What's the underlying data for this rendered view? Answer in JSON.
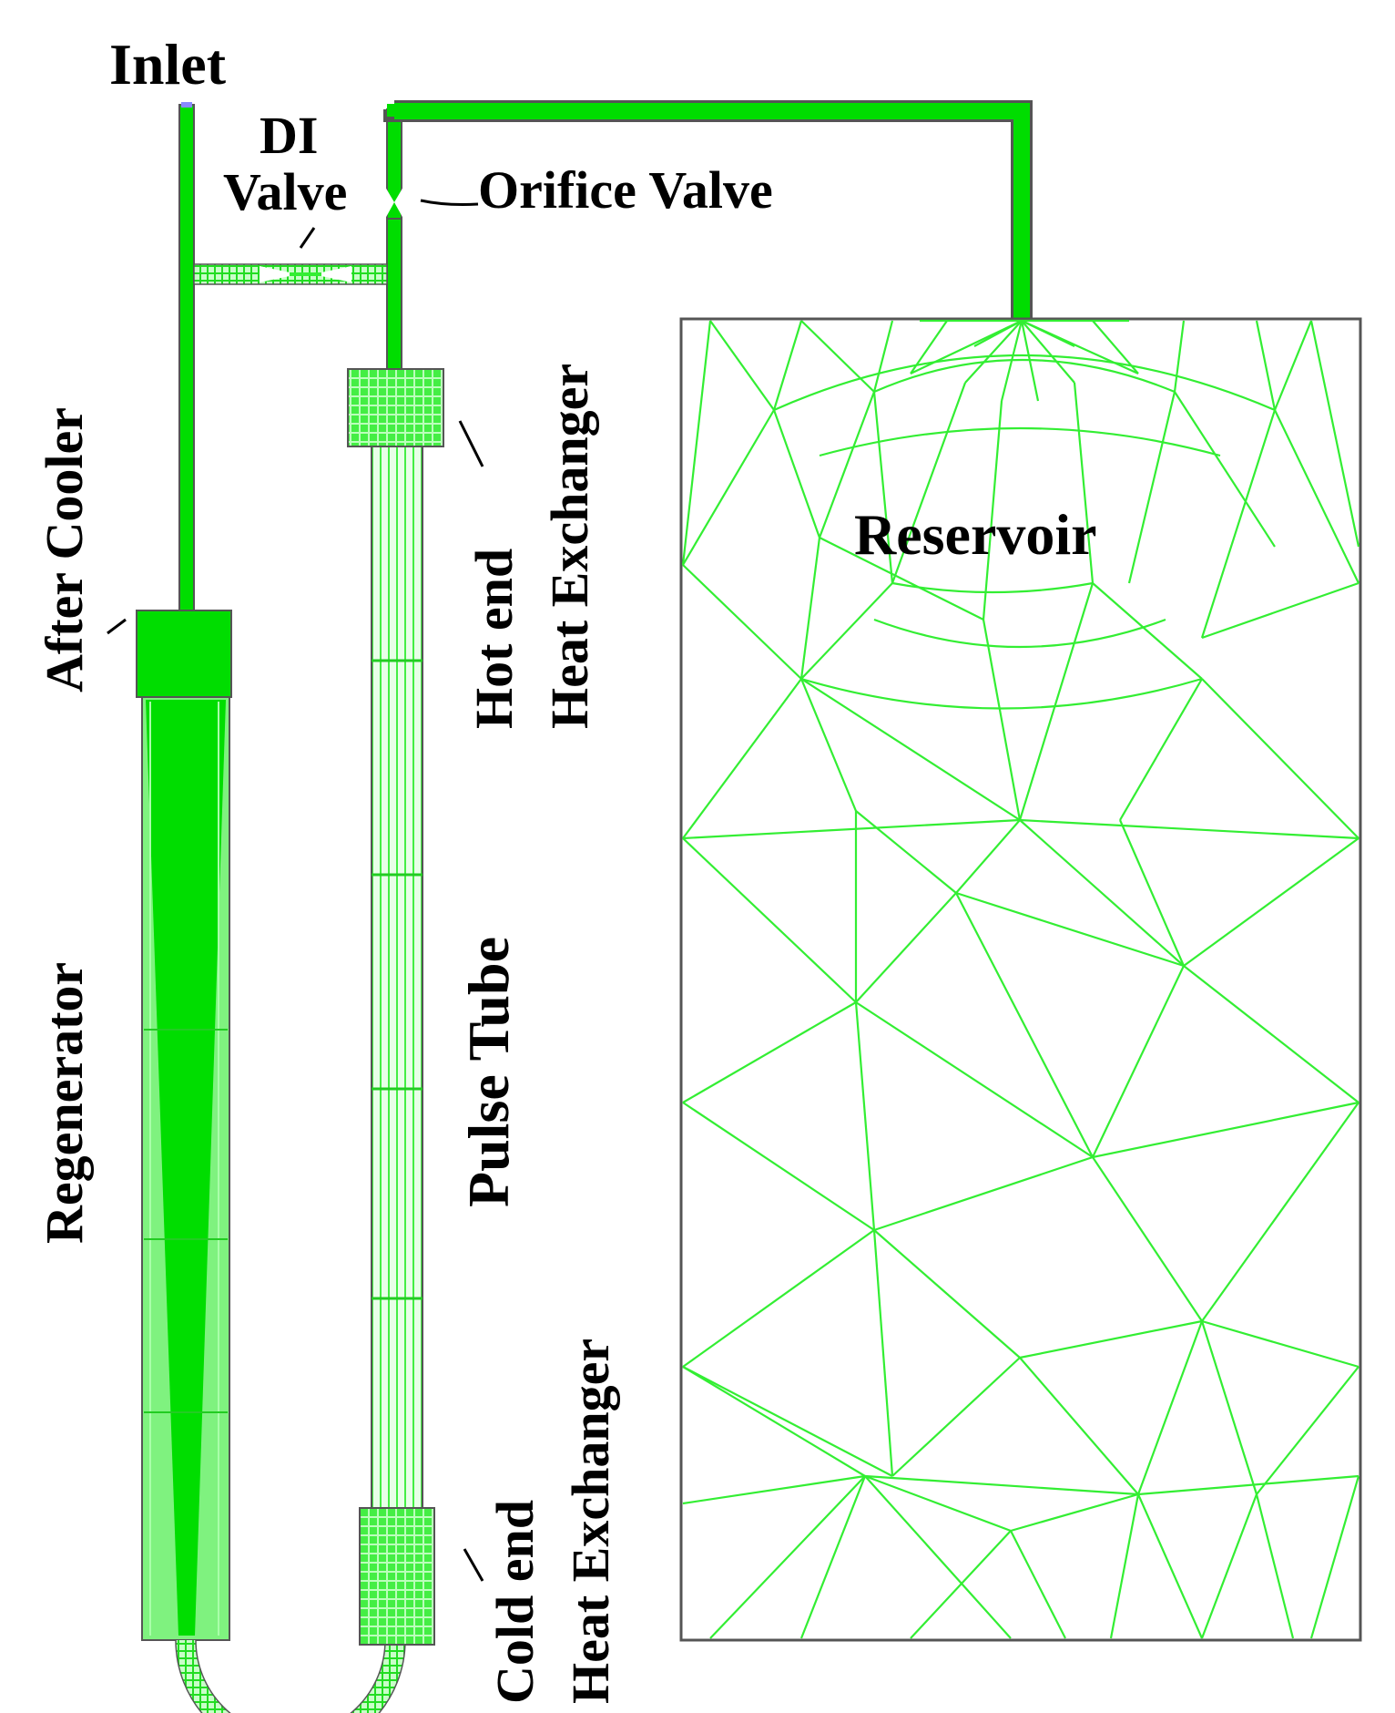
{
  "labels": {
    "inlet": "Inlet",
    "di_valve_line1": "DI",
    "di_valve_line2": "Valve",
    "orifice_valve": "Orifice Valve",
    "after_cooler": "After Cooler",
    "hot_end_line1": "Hot end",
    "hot_end_line2": "Heat Exchanger",
    "regenerator": "Regenerator",
    "pulse_tube": "Pulse Tube",
    "cold_end_line1": "Cold end",
    "cold_end_line2": "Heat Exchanger",
    "reservoir": "Reservoir"
  },
  "colors": {
    "mesh_green": "#33ee33",
    "solid_green": "#00dd00",
    "outline": "#555555",
    "inlet_cap": "#8888ff",
    "text": "#000000"
  }
}
